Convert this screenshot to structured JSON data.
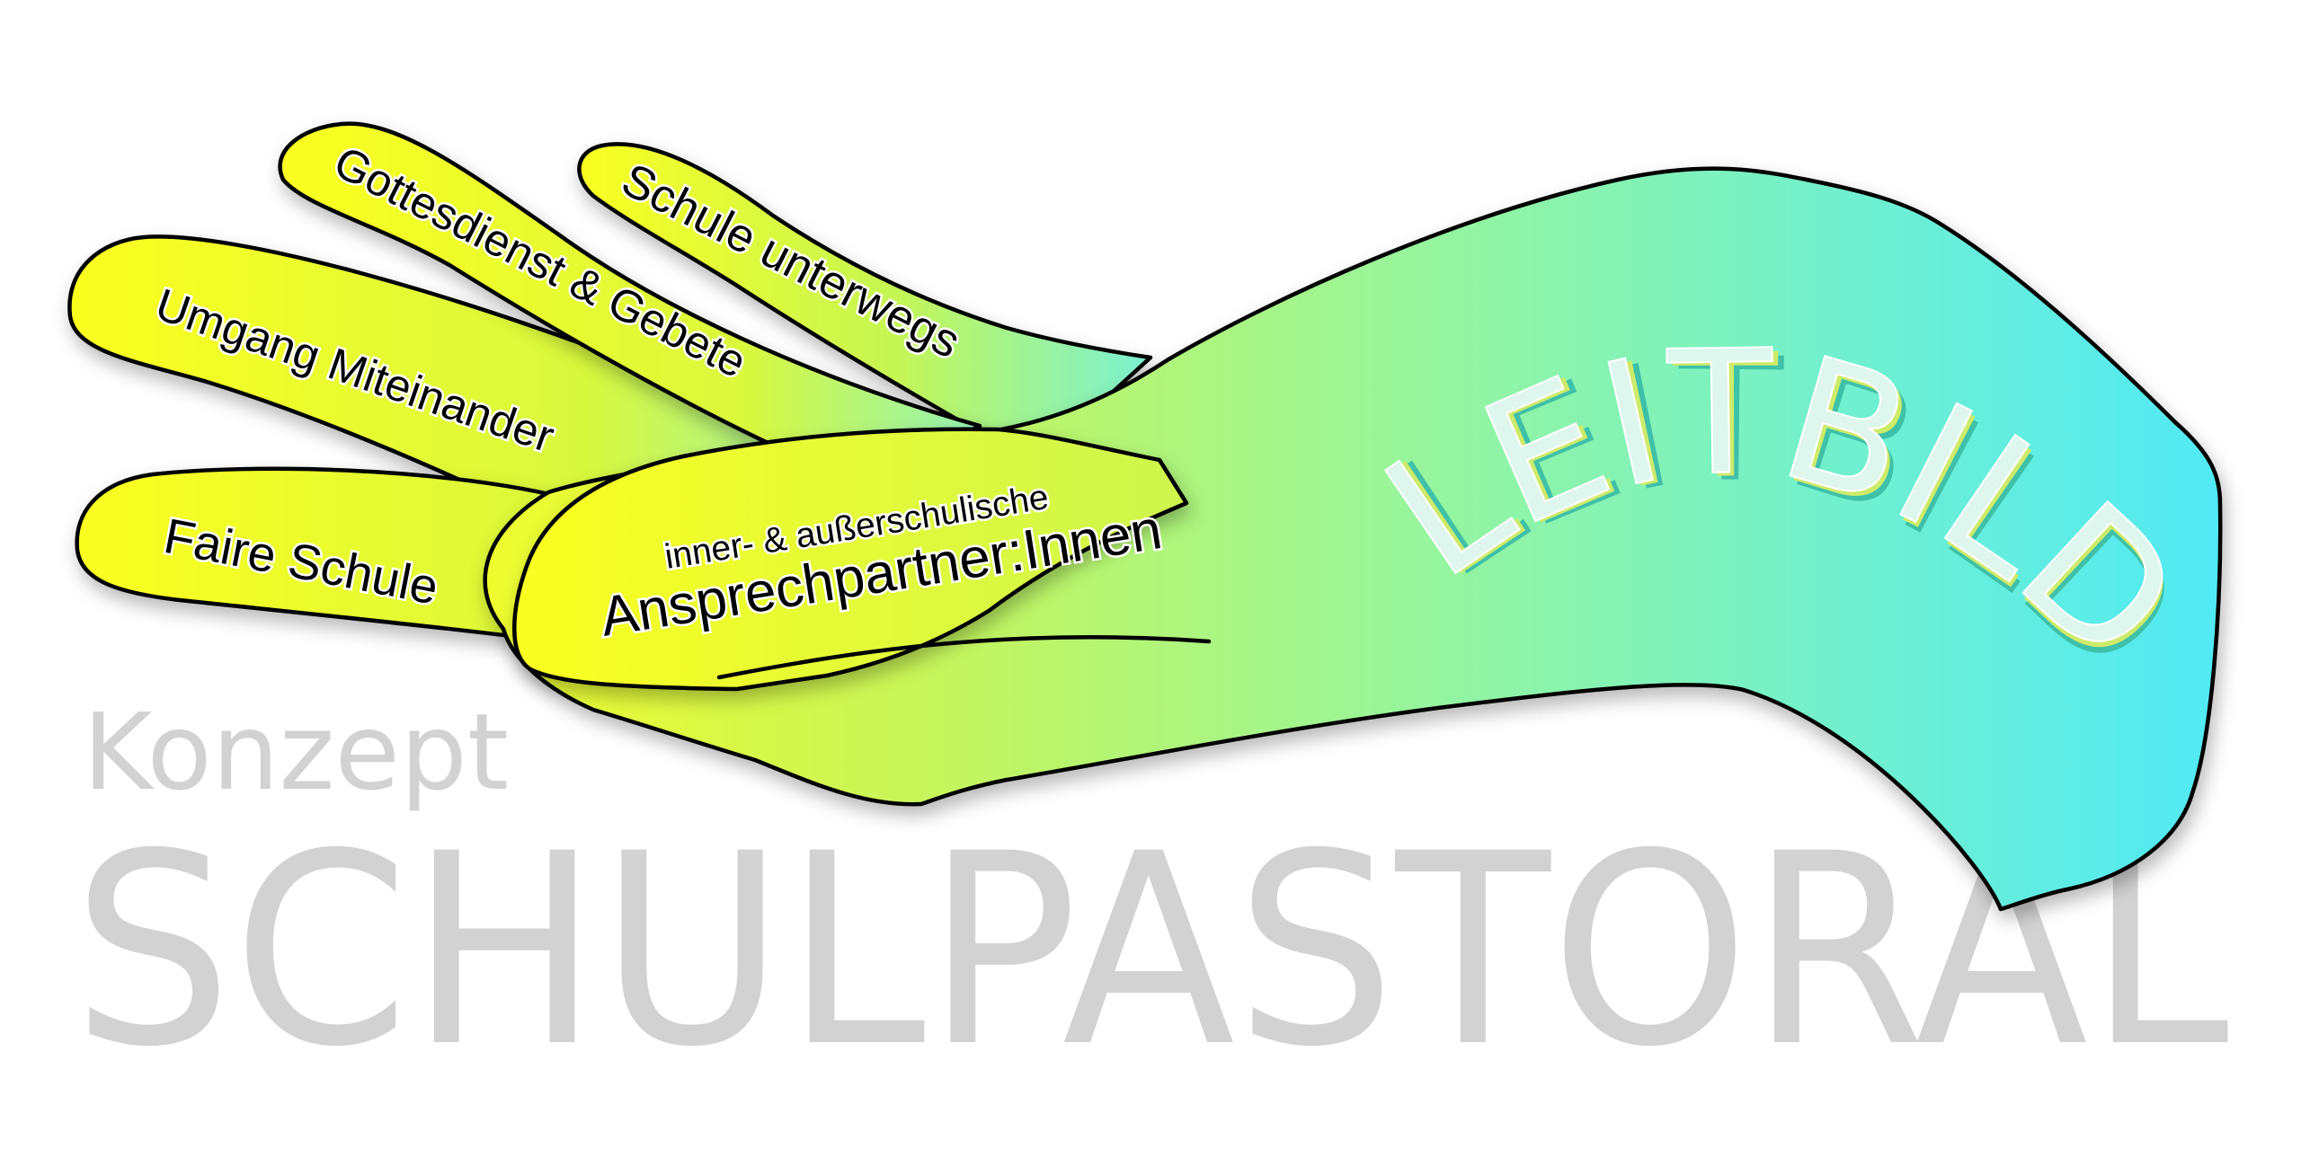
{
  "fingers": {
    "faire_schule": "Faire Schule",
    "umgang": "Umgang Miteinander",
    "gottesdienst": "Gottesdienst & Gebete",
    "schule_unterwegs": "Schule unterwegs",
    "thumb_line1": "inner- & außerschulische",
    "thumb_line2": "Ansprechpartner:Innen"
  },
  "palm": {
    "title": "LEITBILD"
  },
  "background": {
    "subtitle": "Konzept",
    "title": "SCHULPASTORAL"
  },
  "colors": {
    "yellow": "#fbff1f",
    "lime": "#c7f55a",
    "mint": "#8ff5a8",
    "cyan": "#55ecf2",
    "bg_text": "#d2d2d2",
    "leitbild_face": "#d9f4ec",
    "leitbild_side": "#3fc0a8"
  }
}
